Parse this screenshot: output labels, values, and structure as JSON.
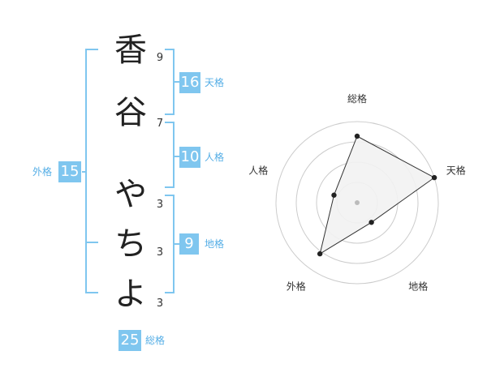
{
  "name": {
    "chars": [
      {
        "char": "香",
        "strokes": "9"
      },
      {
        "char": "谷",
        "strokes": "7"
      },
      {
        "char": "や",
        "strokes": "3"
      },
      {
        "char": "ち",
        "strokes": "3"
      },
      {
        "char": "よ",
        "strokes": "3"
      }
    ]
  },
  "kakusu": {
    "tenkaku": {
      "value": "16",
      "label": "天格"
    },
    "jinkaku": {
      "value": "10",
      "label": "人格"
    },
    "chikaku": {
      "value": "9",
      "label": "地格"
    },
    "gaikaku": {
      "value": "15",
      "label": "外格"
    },
    "soukaku": {
      "value": "25",
      "label": "総格"
    }
  },
  "radar": {
    "axes": [
      "総格",
      "天格",
      "地格",
      "外格",
      "人格"
    ],
    "values": [
      0.82,
      1.0,
      0.3,
      0.78,
      0.3
    ],
    "colors": {
      "ring": "#cccccc",
      "fill": "#f2f2f2",
      "line": "#333333",
      "point": "#222222",
      "center": "#bbbbbb"
    }
  },
  "colors": {
    "accent": "#7fc6ef",
    "label": "#55aee6"
  }
}
